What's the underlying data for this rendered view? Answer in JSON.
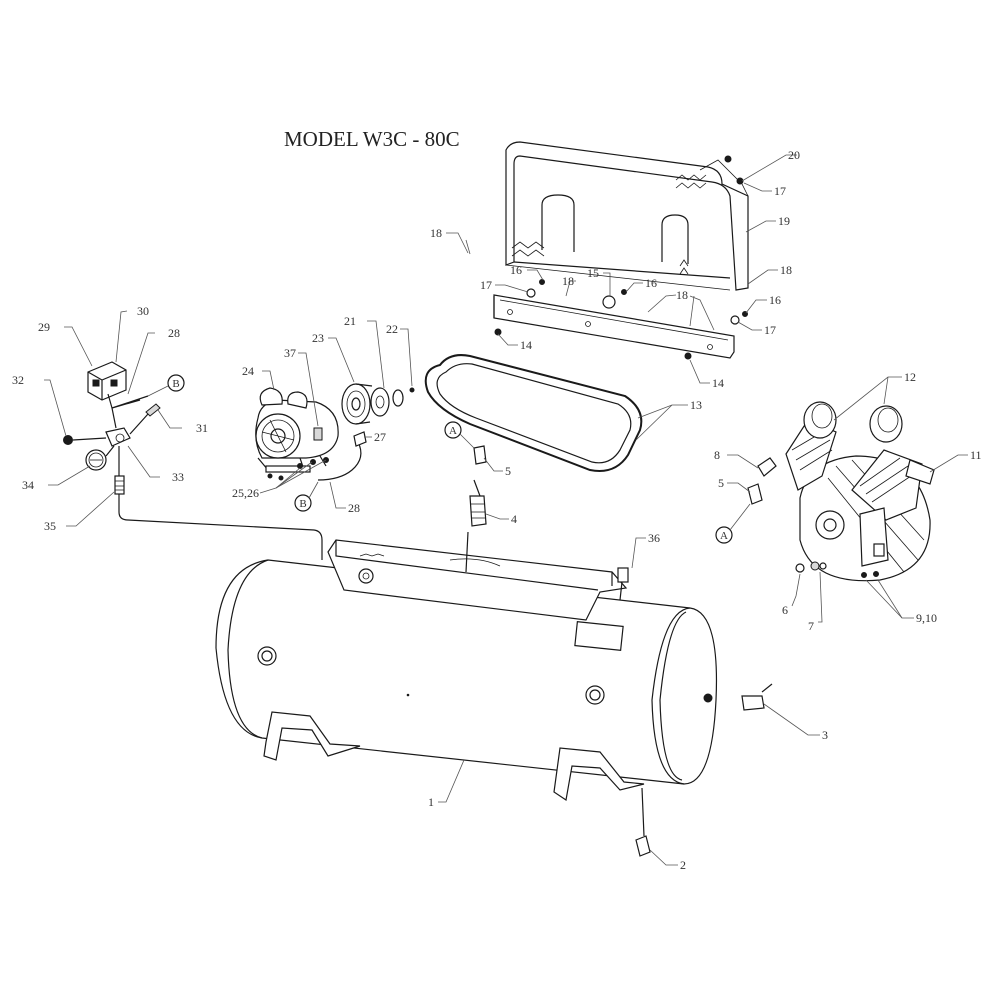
{
  "title": "MODEL W3C - 80C",
  "callouts": {
    "c1": "1",
    "c2": "2",
    "c3": "3",
    "c4": "4",
    "c5a": "5",
    "c5b": "5",
    "c6": "6",
    "c7": "7",
    "c8": "8",
    "c910": "9,10",
    "c11": "11",
    "c12": "12",
    "c13": "13",
    "c14a": "14",
    "c14b": "14",
    "c15": "15",
    "c16a": "16",
    "c16b": "16",
    "c16c": "16",
    "c17a": "17",
    "c17b": "17",
    "c17c": "17",
    "c18a": "18",
    "c18b": "18",
    "c18c": "18",
    "c18d": "18",
    "c19": "19",
    "c20": "20",
    "c21": "21",
    "c22": "22",
    "c23": "23",
    "c24": "24",
    "c2526": "25,26",
    "c27": "27",
    "c28a": "28",
    "c28b": "28",
    "c29": "29",
    "c30": "30",
    "c31": "31",
    "c32": "32",
    "c33": "33",
    "c34": "34",
    "c35": "35",
    "c36": "36",
    "c37": "37"
  },
  "connectors": {
    "a1": "A",
    "a2": "A",
    "b1": "B",
    "b2": "B"
  },
  "colors": {
    "ink": "#1a1a1a",
    "paper": "#ffffff",
    "leader": "#555555"
  }
}
